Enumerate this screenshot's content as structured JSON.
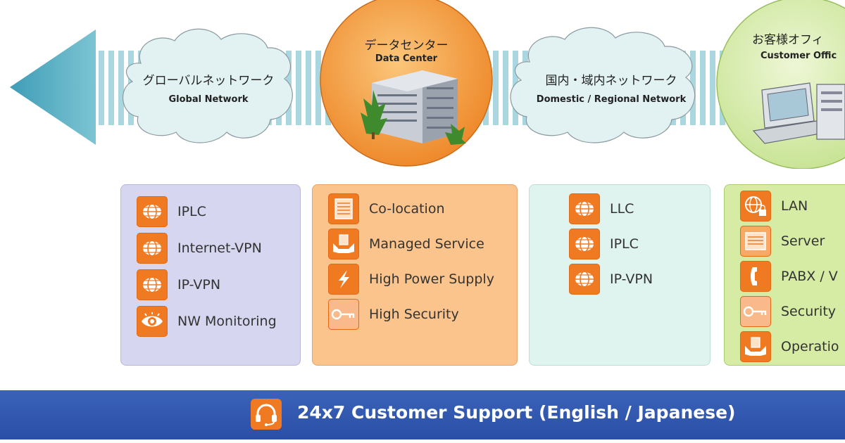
{
  "nodes": {
    "global_network": {
      "label_jp": "グローバルネットワーク",
      "label_en": "Global Network"
    },
    "data_center": {
      "label_jp": "データセンター",
      "label_en": "Data Center"
    },
    "domestic_network": {
      "label_jp": "国内・域内ネットワーク",
      "label_en": "Domestic / Regional  Network"
    },
    "customer_office": {
      "label_jp": "お客様オフィ",
      "label_en": "Customer Offic"
    }
  },
  "services": {
    "global": [
      {
        "label": "IPLC",
        "icon": "globe-icon"
      },
      {
        "label": "Internet-VPN",
        "icon": "globe-icon"
      },
      {
        "label": "IP-VPN",
        "icon": "globe-icon"
      },
      {
        "label": "NW Monitoring",
        "icon": "eye-icon"
      }
    ],
    "data_center": [
      {
        "label": "Co-location",
        "icon": "server-rack-icon"
      },
      {
        "label": "Managed Service",
        "icon": "hands-server-icon"
      },
      {
        "label": "High Power Supply",
        "icon": "lightning-icon"
      },
      {
        "label": "High Security",
        "icon": "key-icon"
      }
    ],
    "domestic": [
      {
        "label": "LLC",
        "icon": "globe-icon"
      },
      {
        "label": "IPLC",
        "icon": "globe-icon"
      },
      {
        "label": "IP-VPN",
        "icon": "globe-icon"
      }
    ],
    "office": [
      {
        "label": "LAN",
        "icon": "globe-lock-icon"
      },
      {
        "label": "Server",
        "icon": "server-rack-icon"
      },
      {
        "label": "PABX / V",
        "icon": "phone-icon"
      },
      {
        "label": "Security",
        "icon": "key-icon"
      },
      {
        "label": "Operatio",
        "icon": "hands-server-icon"
      }
    ]
  },
  "support": {
    "label": "24x7 Customer Support  (English / Japanese)",
    "icon": "headset-icon"
  },
  "colors": {
    "arrow": "#5fb0c4",
    "dc_circle": "#f6a14a",
    "office_circle": "#d8edaa",
    "cloud": "#e0f1f1",
    "icon_orange": "#f07a22",
    "support_bar": "#2f57ab"
  }
}
